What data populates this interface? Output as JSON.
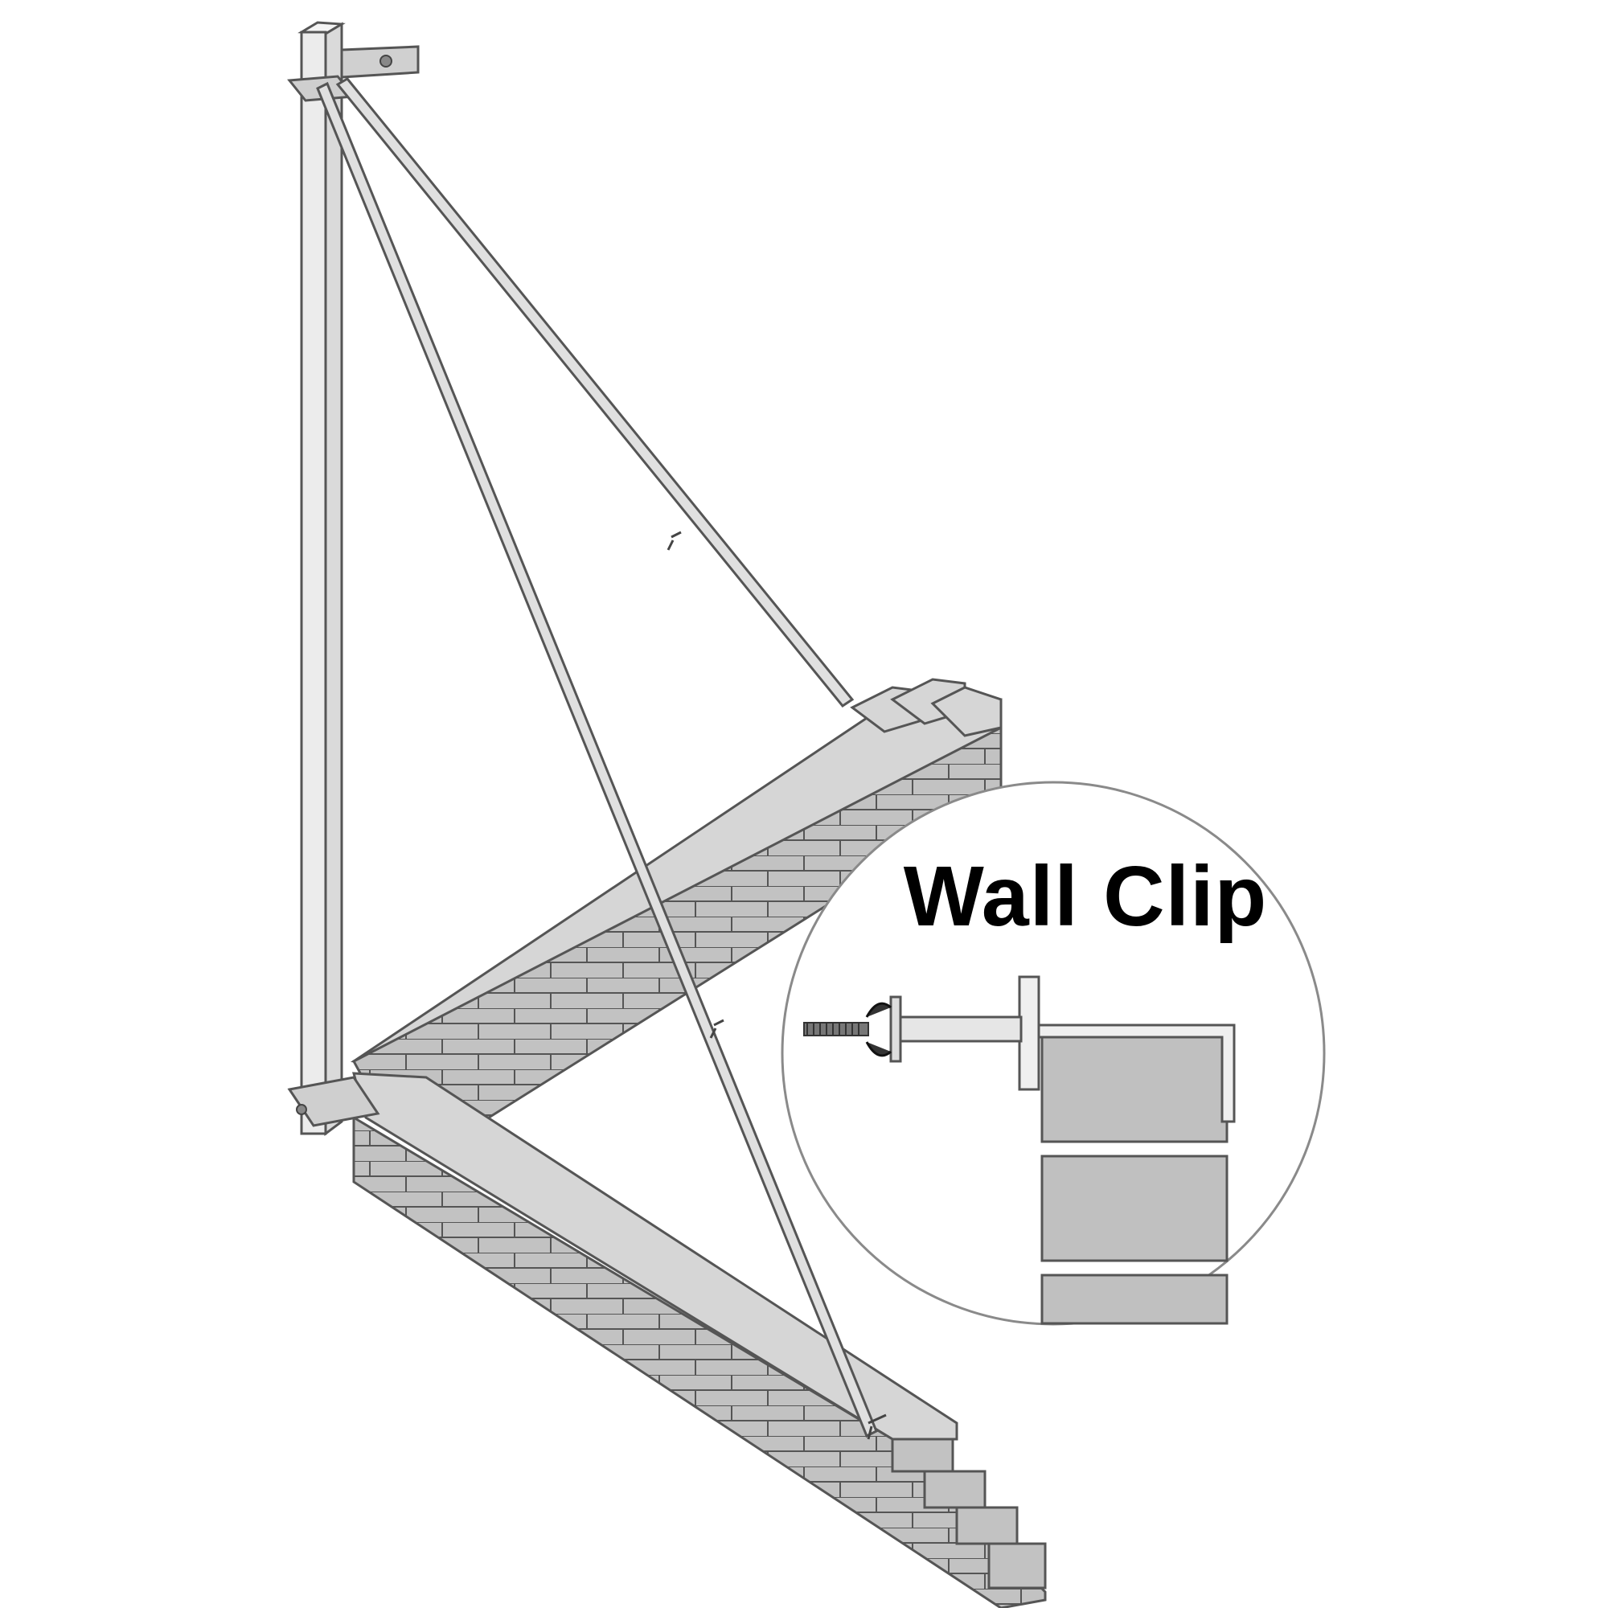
{
  "callout": {
    "title": "Wall Clip"
  },
  "colors": {
    "post": "#ececec",
    "brace": "#e0e0e0",
    "brick_front": "#c2c2c2",
    "brick_top": "#d6d6d6",
    "outline": "#555555",
    "text": "#000000"
  },
  "icons": [
    "corner-post",
    "diagonal-brace",
    "brick-wall",
    "wall-clip-detail",
    "screw-icon",
    "wing-nut-icon"
  ]
}
